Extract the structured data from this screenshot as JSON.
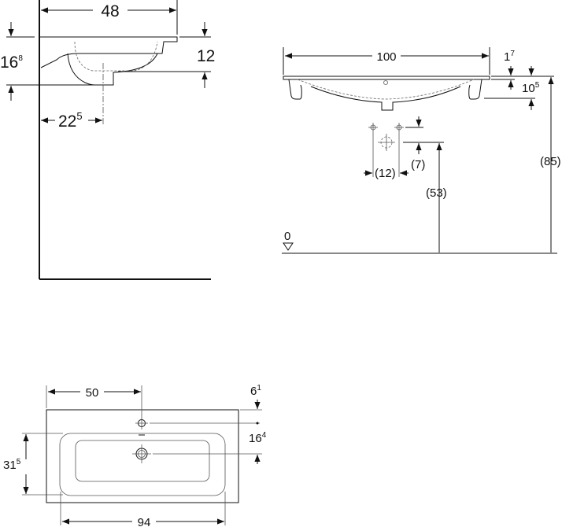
{
  "side_view": {
    "depth": "48",
    "total_height": {
      "main": "16",
      "sup": "8"
    },
    "bowl_height": "12",
    "drain_offset": {
      "main": "22",
      "sup": "5"
    }
  },
  "front_view": {
    "width": "100",
    "slab_thickness": {
      "main": "1",
      "sup": "7"
    },
    "bowl_depth": {
      "main": "10",
      "sup": "5"
    },
    "tap_spacing": "(12)",
    "tap_offset": "(7)",
    "drain_height": "(53)",
    "mount_height": "(85)",
    "floor_level": "0"
  },
  "top_view": {
    "tap_position": "50",
    "tap_from_back": {
      "main": "6",
      "sup": "1"
    },
    "tap_to_drain": {
      "main": "16",
      "sup": "4"
    },
    "bowl_depth": {
      "main": "31",
      "sup": "5"
    },
    "bowl_width": "94"
  }
}
